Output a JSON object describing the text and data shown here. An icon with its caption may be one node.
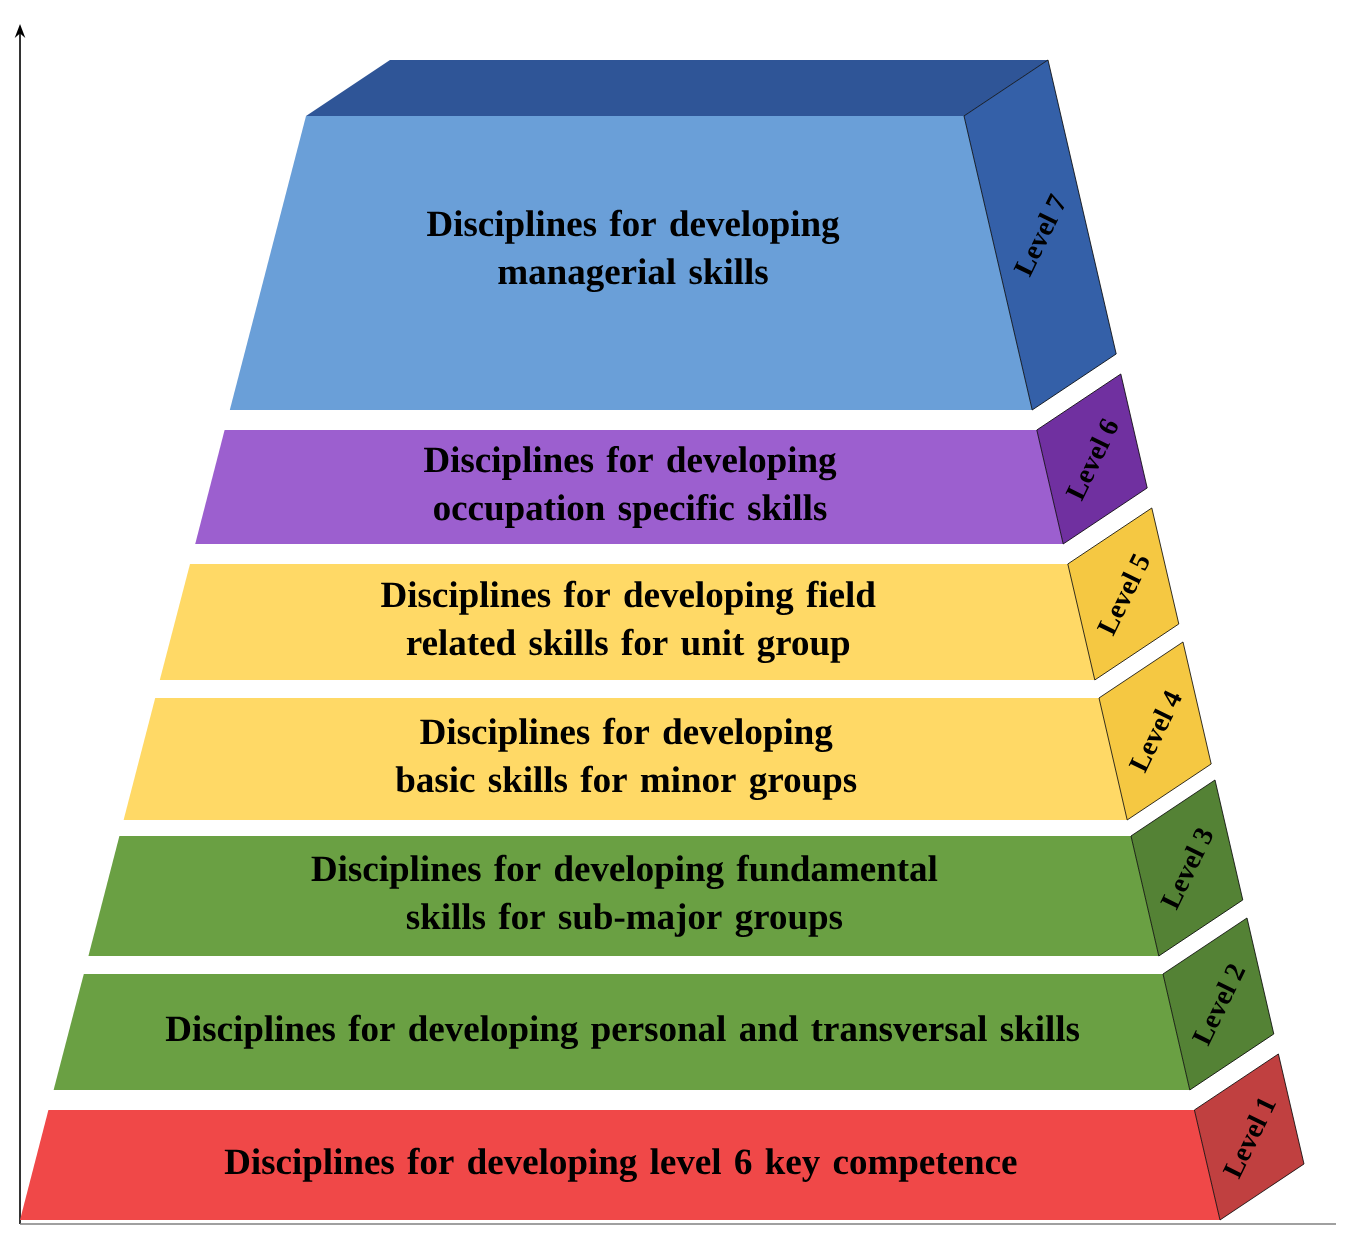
{
  "diagram": {
    "nodes": [
      {
        "text": [
          "Disciplines for developing managerial skills",
          "Level 7"
        ]
      },
      {
        "text": [
          "Disciplines for developing occupation specific skills",
          "Level 6"
        ]
      },
      {
        "text": [
          "Disciplines for developing field related skills for unit group",
          "Level 5"
        ]
      },
      {
        "text": [
          "Disciplines for developing basic skills for minor groups",
          "Level 4"
        ]
      },
      {
        "text": [
          "Disciplines for developing fundamental skills for sub-major groups",
          "Level 3"
        ]
      },
      {
        "text": [
          "Disciplines for developing personal and transversal skills",
          "Level 2"
        ]
      },
      {
        "text": [
          "Disciplines for developing level 6 key competence",
          "Level 1"
        ]
      }
    ]
  }
}
